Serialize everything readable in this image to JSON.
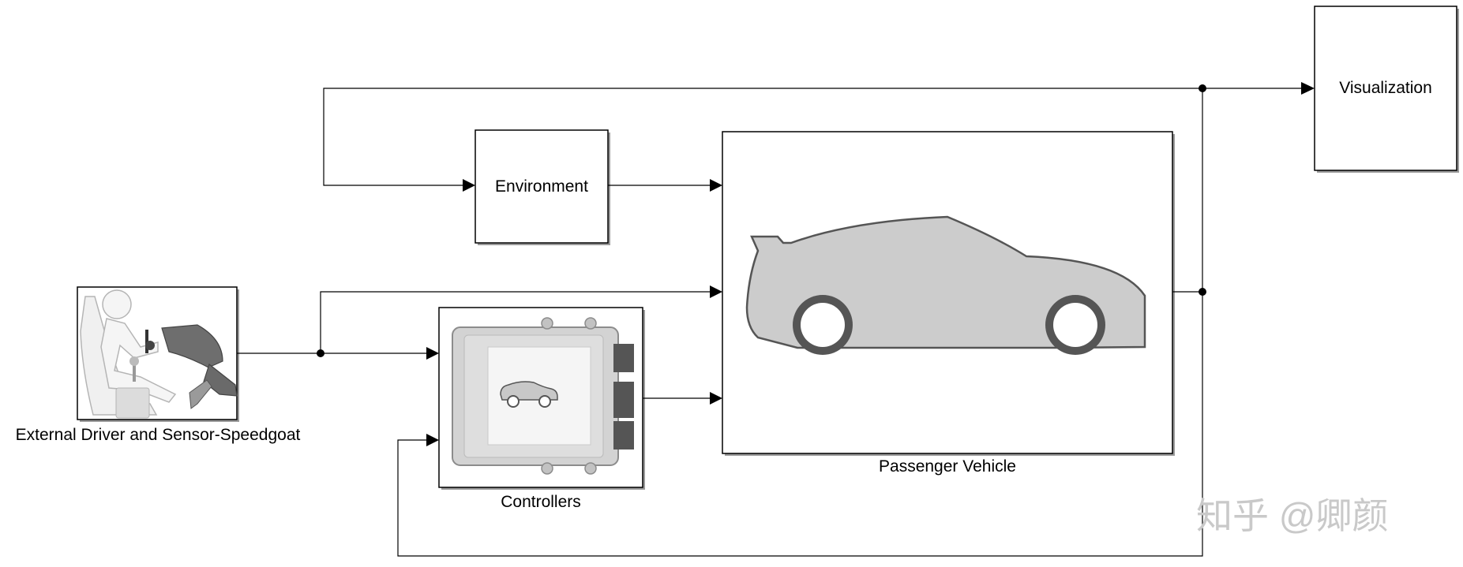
{
  "blocks": {
    "visualization": {
      "label": "Visualization"
    },
    "environment": {
      "label": "Environment"
    },
    "passenger_vehicle": {
      "label": "Passenger Vehicle"
    },
    "controllers": {
      "label": "Controllers"
    },
    "driver": {
      "label": "External Driver and Sensor-Speedgoat"
    }
  },
  "watermark": "知乎 @卿颜",
  "colors": {
    "line": "#000000",
    "car_body": "#cccccc",
    "car_outline": "#555555",
    "ecu": "#cfcfcf",
    "connector": "#555555"
  }
}
